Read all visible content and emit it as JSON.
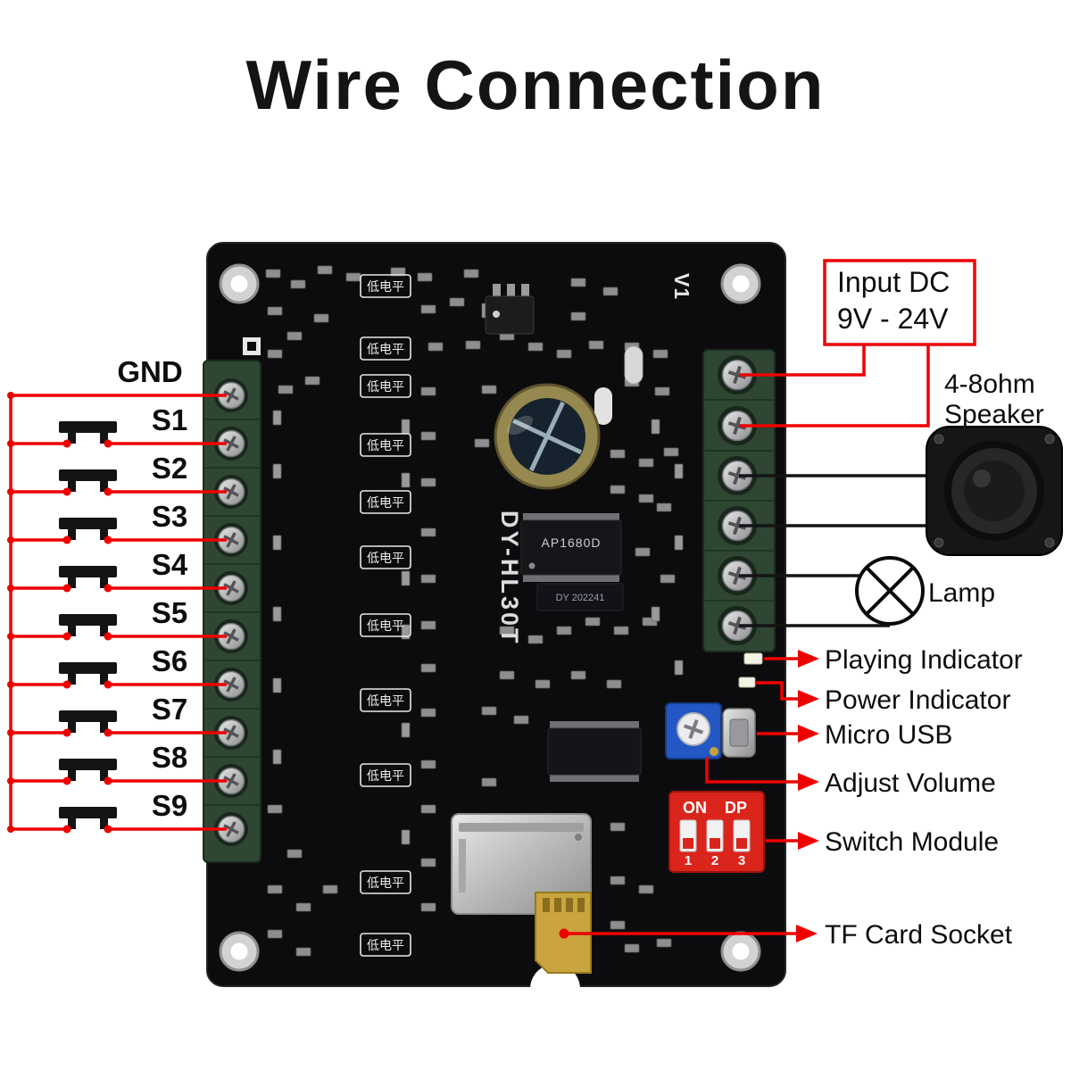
{
  "title": "Wire Connection",
  "left": {
    "gnd_label": "GND",
    "switch_labels": [
      "S1",
      "S2",
      "S3",
      "S4",
      "S5",
      "S6",
      "S7",
      "S8",
      "S9"
    ]
  },
  "board": {
    "version_label": "V1",
    "model_label": "DY-HL30T",
    "main_chip_label": "AP1680D",
    "sub_chip_label": "DY 202241",
    "low_level_label": "低电平",
    "dip_switch": {
      "on_label": "ON",
      "dp_label": "DP",
      "position_labels": [
        "1",
        "2",
        "3"
      ]
    }
  },
  "annotations": {
    "input_dc": {
      "line1": "Input DC",
      "line2": "9V - 24V"
    },
    "speaker": {
      "line1": "4-8ohm",
      "line2": "Speaker"
    },
    "lamp": "Lamp",
    "playing_indicator": "Playing Indicator",
    "power_indicator": "Power Indicator",
    "micro_usb": "Micro USB",
    "adjust_volume": "Adjust Volume",
    "switch_module": "Switch Module",
    "tf_card_socket": "TF Card Socket"
  },
  "colors": {
    "wire_red": "#ee0000",
    "board_black": "#0c0c0e",
    "terminal_green": "#2e4632",
    "dip_red": "#da251c",
    "pot_blue": "#2257c4"
  }
}
